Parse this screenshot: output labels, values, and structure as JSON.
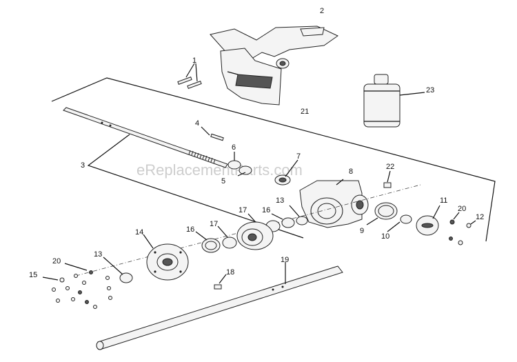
{
  "watermark": "eReplacementParts.com",
  "callouts": [
    "1",
    "2",
    "3",
    "4",
    "5",
    "6",
    "7",
    "8",
    "9",
    "10",
    "11",
    "12",
    "13",
    "13",
    "14",
    "15",
    "16",
    "16",
    "17",
    "17",
    "18",
    "19",
    "20",
    "20",
    "21",
    "22",
    "23"
  ]
}
